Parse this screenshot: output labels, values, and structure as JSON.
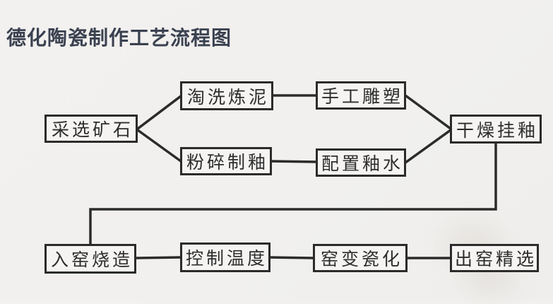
{
  "title": "德化陶瓷制作工艺流程图",
  "colors": {
    "background": "#f1f0ee",
    "box_fill": "#f5f4f2",
    "box_border": "#2b2b2b",
    "line": "#2b2b2b",
    "title_text": "#3a4150",
    "node_text": "#2d2d2d"
  },
  "flowchart": {
    "nodes": [
      {
        "id": "ore-selection",
        "label": "采选矿石"
      },
      {
        "id": "clay-washing",
        "label": "淘洗炼泥"
      },
      {
        "id": "hand-sculpting",
        "label": "手工雕塑"
      },
      {
        "id": "glaze-crushing",
        "label": "粉碎制釉"
      },
      {
        "id": "glaze-mixing",
        "label": "配置釉水"
      },
      {
        "id": "drying-glazing",
        "label": "干燥挂釉"
      },
      {
        "id": "kiln-firing",
        "label": "入窑烧造"
      },
      {
        "id": "temperature-control",
        "label": "控制温度"
      },
      {
        "id": "kiln-transformation",
        "label": "窑变瓷化"
      },
      {
        "id": "final-selection",
        "label": "出窑精选"
      }
    ],
    "edges": [
      {
        "from": "采选矿石",
        "to": "淘洗炼泥"
      },
      {
        "from": "采选矿石",
        "to": "粉碎制釉"
      },
      {
        "from": "淘洗炼泥",
        "to": "手工雕塑"
      },
      {
        "from": "粉碎制釉",
        "to": "配置釉水"
      },
      {
        "from": "手工雕塑",
        "to": "干燥挂釉"
      },
      {
        "from": "配置釉水",
        "to": "干燥挂釉"
      },
      {
        "from": "干燥挂釉",
        "to": "入窑烧造"
      },
      {
        "from": "入窑烧造",
        "to": "控制温度"
      },
      {
        "from": "控制温度",
        "to": "窑变瓷化"
      },
      {
        "from": "窑变瓷化",
        "to": "出窑精选"
      }
    ]
  }
}
